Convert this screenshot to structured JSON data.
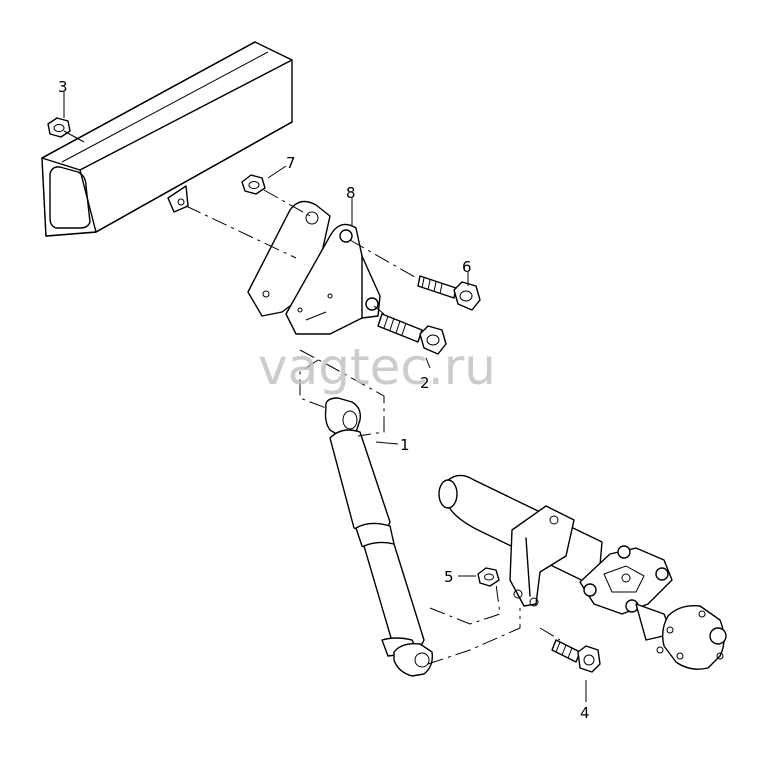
{
  "watermark": "vagtec.ru",
  "callouts": {
    "p1": "1",
    "p2": "2",
    "p3": "3",
    "p4": "4",
    "p5": "5",
    "p6": "6",
    "p7": "7",
    "p8": "8"
  }
}
